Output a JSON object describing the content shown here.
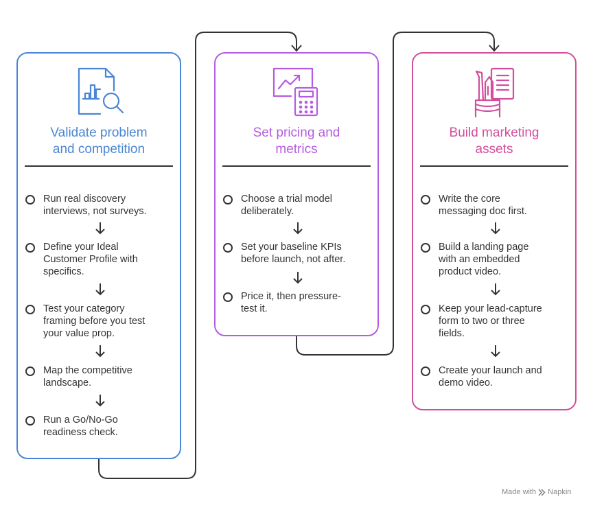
{
  "colors": {
    "validate": "#4a86d4",
    "pricing": "#b55ce0",
    "marketing": "#d24e9c",
    "text": "#333333",
    "connector": "#333333",
    "footer": "#888888"
  },
  "cards": [
    {
      "id": "validate",
      "icon": "chart-magnifier-icon",
      "title_lines": [
        "Validate problem",
        "and competition"
      ],
      "steps": [
        {
          "lines": [
            "Run real discovery",
            "interviews, not surveys."
          ]
        },
        {
          "lines": [
            "Define your Ideal",
            "Customer Profile with",
            "specifics."
          ]
        },
        {
          "lines": [
            "Test your category",
            "framing before you test",
            "your value prop."
          ]
        },
        {
          "lines": [
            "Map the competitive",
            "landscape."
          ]
        },
        {
          "lines": [
            "Run a Go/No-Go",
            "readiness check."
          ]
        }
      ]
    },
    {
      "id": "pricing",
      "icon": "trend-calculator-icon",
      "title_lines": [
        "Set pricing and",
        "metrics"
      ],
      "steps": [
        {
          "lines": [
            "Choose a trial model",
            "deliberately."
          ]
        },
        {
          "lines": [
            "Set your baseline KPIs",
            "before launch, not after."
          ]
        },
        {
          "lines": [
            "Price it, then pressure-",
            "test it."
          ]
        }
      ]
    },
    {
      "id": "marketing",
      "icon": "pens-document-icon",
      "title_lines": [
        "Build marketing",
        "assets"
      ],
      "steps": [
        {
          "lines": [
            "Write the core",
            "messaging doc first."
          ]
        },
        {
          "lines": [
            "Build a landing page",
            "with an embedded",
            "product video."
          ]
        },
        {
          "lines": [
            "Keep your lead-capture",
            "form to two or three",
            "fields."
          ]
        },
        {
          "lines": [
            "Create your launch and",
            "demo video."
          ]
        }
      ]
    }
  ],
  "footer": {
    "made_with": "Made with",
    "brand": "Napkin"
  }
}
